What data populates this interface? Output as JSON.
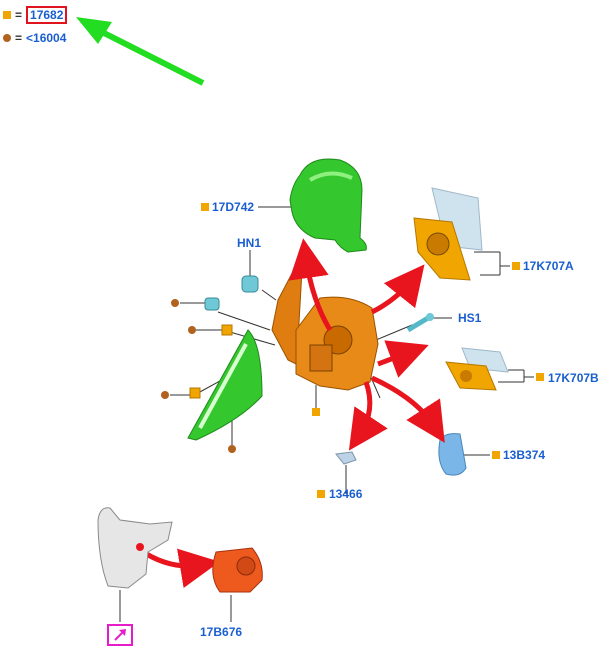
{
  "legend": {
    "square_color": "#f0a500",
    "circle_color": "#b0621e",
    "equals": "=",
    "square_part": "17682",
    "circle_part": "<16004"
  },
  "callouts": {
    "c17D742": "17D742",
    "cHN1": "HN1",
    "c17K707A": "17K707A",
    "cHS1": "HS1",
    "c17K707B": "17K707B",
    "c13B374": "13B374",
    "c13466": "13466",
    "c17B676": "17B676"
  },
  "colors": {
    "callout_text": "#1a5fd0",
    "arrow_green": "#22dd22",
    "arrow_red": "#e8141e",
    "housing": "#e07d10",
    "cover": "#35c72e",
    "view_box": "#e81bc8"
  },
  "icons": {
    "view_icon": "diagonal-arrow-icon"
  }
}
